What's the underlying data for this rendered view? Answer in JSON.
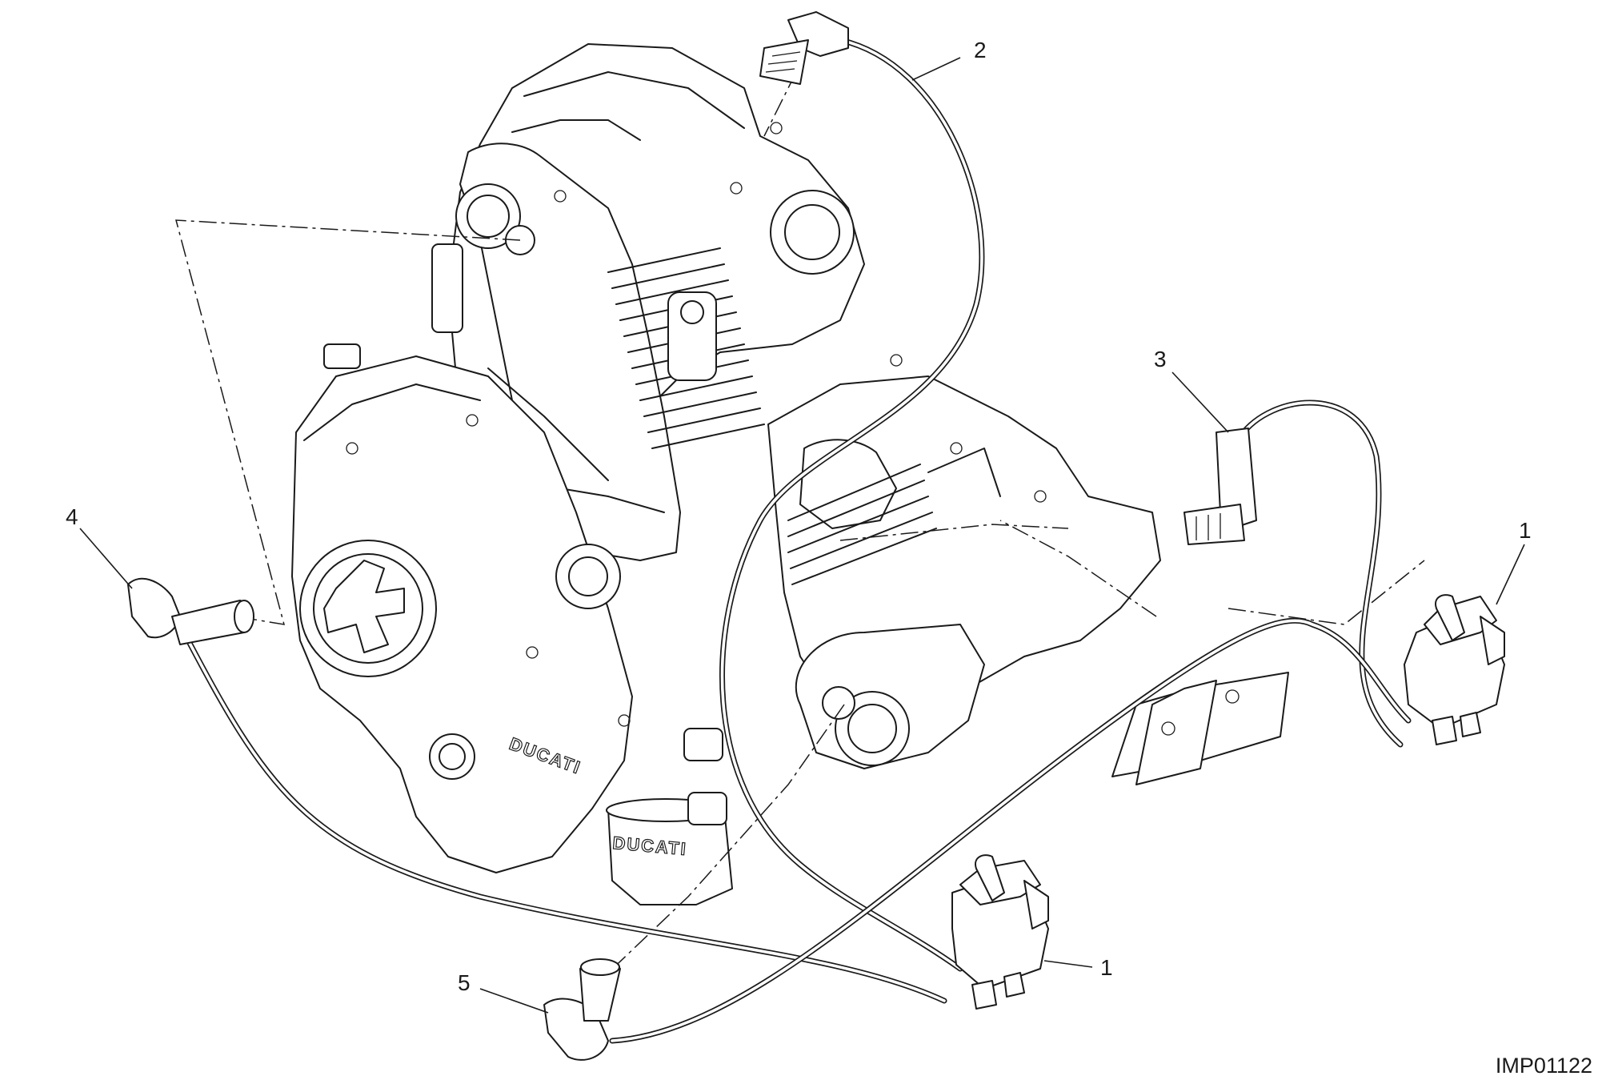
{
  "callouts": [
    {
      "label": "1",
      "part": "ignition-coil-rear"
    },
    {
      "label": "1",
      "part": "ignition-coil-front"
    },
    {
      "label": "2",
      "part": "spark-plug-cable-vertical"
    },
    {
      "label": "3",
      "part": "spark-plug-cable-horizontal"
    },
    {
      "label": "4",
      "part": "spark-plug-cap-left"
    },
    {
      "label": "5",
      "part": "spark-plug-cap-bottom"
    }
  ],
  "engine_brand": {
    "main": "DUCATI",
    "lower": "DUCATI"
  },
  "reference_code": "IMP01122",
  "icons": [
    "engine-drawing",
    "ignition-coil-icon",
    "spark-plug-cap-icon",
    "hv-cable-icon"
  ]
}
